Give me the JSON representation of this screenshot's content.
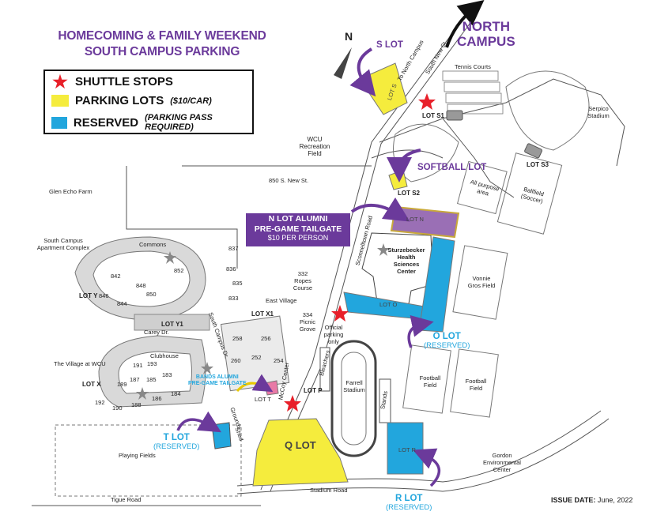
{
  "title": {
    "line1": "HOMECOMING & FAMILY WEEKEND",
    "line2": "SOUTH CAMPUS PARKING"
  },
  "legend": {
    "items": [
      {
        "icon": "red-star",
        "label": "SHUTTLE STOPS",
        "note": ""
      },
      {
        "icon": "yellow-square",
        "label": "PARKING LOTS",
        "note": "($10/CAR)"
      },
      {
        "icon": "blue-square",
        "label": "RESERVED",
        "note": "(PARKING PASS REQUIRED)"
      }
    ]
  },
  "colors": {
    "parking": "#f5ec3d",
    "reserved": "#22a6dd",
    "purple": "#6b3a9b",
    "shuttle": "#e8202a"
  },
  "north_arrow": "N",
  "north_campus": {
    "line1": "NORTH",
    "line2": "CAMPUS"
  },
  "lots": {
    "s_lot": "S LOT",
    "softball_lot": "SOFTBALL LOT",
    "lot_s1": "LOT S1",
    "lot_s2": "LOT S2",
    "lot_s3": "LOT S3",
    "lot_y": "LOT Y",
    "lot_y1": "LOT Y1",
    "lot_x": "LOT X",
    "lot_x1": "LOT X1",
    "lot_p": "LOT P",
    "lot_t_small": "LOT T",
    "q_lot": "Q LOT",
    "lot_s_inner": "LOT S",
    "lot_n_inner": "LOT N",
    "lot_o_inner": "LOT O",
    "lot_r_inner": "LOT R",
    "o_lot": {
      "name": "O LOT",
      "note": "(RESERVED)"
    },
    "t_lot": {
      "name": "T LOT",
      "note": "(RESERVED)"
    },
    "r_lot": {
      "name": "R LOT",
      "note": "(RESERVED)"
    }
  },
  "tailgate": {
    "line1": "N LOT ALUMNI",
    "line2": "PRE-GAME TAILGATE",
    "line3": "$10 PER PERSON"
  },
  "bands_tailgate": {
    "line1": "BANDS ALUMNI",
    "line2": "PRE-GAME TAILGATE"
  },
  "places": {
    "tennis": "Tennis Courts",
    "serpico": "Serpico Stadium",
    "recreation": "WCU Recreation Field",
    "glen_echo": "Glen Echo Farm",
    "new_st_850": "850 S. New St.",
    "all_purpose": "All purpose area",
    "ballfield": "Ballfield (Soccer)",
    "apartments": "South Campus Apartment Complex",
    "commons": "Commons",
    "sturzebecker": "Sturzebecker Health Sciences Center",
    "vonnie": "Vonnie Gros Field",
    "ropes": "332 Ropes Course",
    "east_village": "East Village",
    "picnic": "334 Picnic Grove",
    "official": "Official parking only",
    "village": "The Village at WCU",
    "clubhouse": "Clubhouse",
    "farrell": "Farrell Stadium",
    "bleachers": "Bleachers",
    "stands": "Stands",
    "football1": "Football Field",
    "football2": "Football Field",
    "playing": "Playing Fields",
    "gordon": "Gordon Environmental Center",
    "grounds": "Grounds",
    "shed": "Shed"
  },
  "roads": {
    "to_north": "To North Campus",
    "south_new": "South New St.",
    "sconnelltown": "Sconnelltown Road",
    "mccoy": "McCoy Center",
    "south_campus_dr": "South Campus Dr.",
    "carey": "Carey Dr.",
    "tigue": "Tigue Road",
    "stadium": "Stadium Road"
  },
  "buildings": {
    "b837": "837",
    "b836": "836",
    "b835": "835",
    "b842": "842",
    "b848": "848",
    "b850": "850",
    "b852": "852",
    "b846": "846",
    "b844": "844",
    "b833": "833",
    "b258": "258",
    "b256": "256",
    "b260": "260",
    "b252": "252",
    "b254": "254",
    "b191": "191",
    "b193": "193",
    "b187": "187",
    "b185": "185",
    "b183": "183",
    "b189": "189",
    "b192": "192",
    "b190": "190",
    "b188": "188",
    "b186": "186",
    "b184": "184"
  },
  "issue": {
    "label": "ISSUE DATE:",
    "date": "June, 2022"
  }
}
